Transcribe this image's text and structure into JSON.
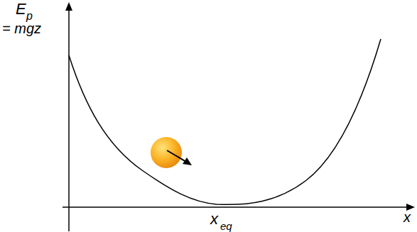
{
  "diagram": {
    "labels": [
      "E",
      "p",
      "= mgz",
      "x",
      "eq",
      "x"
    ]
  }
}
